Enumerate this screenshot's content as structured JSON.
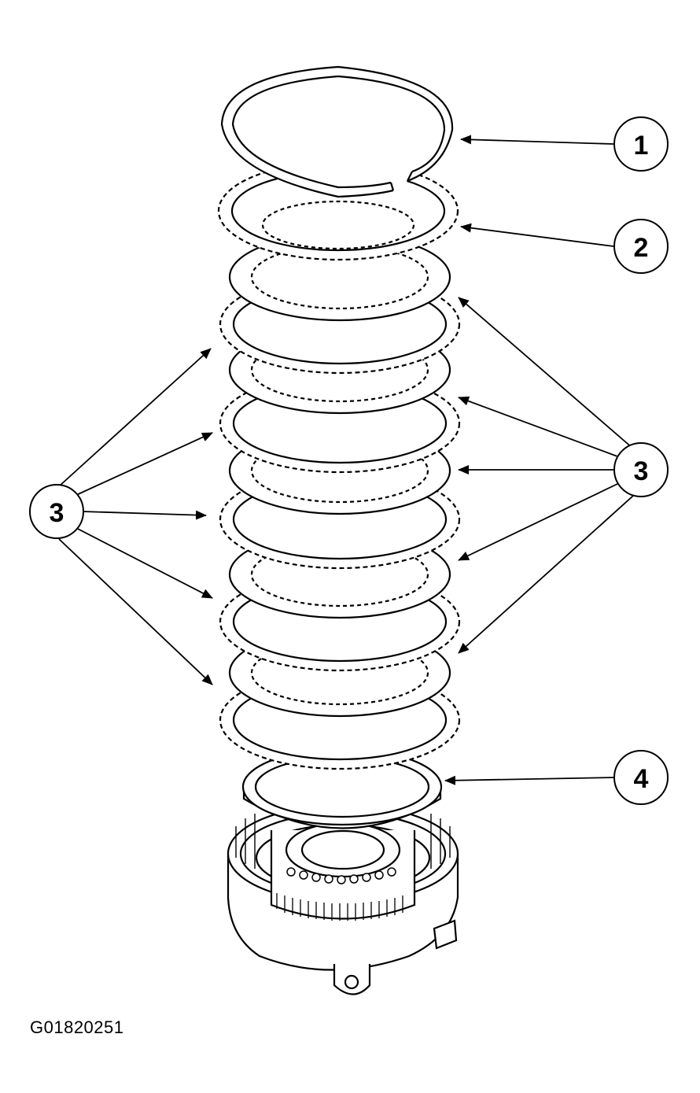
{
  "callouts": {
    "c1": "1",
    "c2": "2",
    "c3_right": "3",
    "c3_left": "3",
    "c4": "4"
  },
  "figure_id": "G01820251"
}
